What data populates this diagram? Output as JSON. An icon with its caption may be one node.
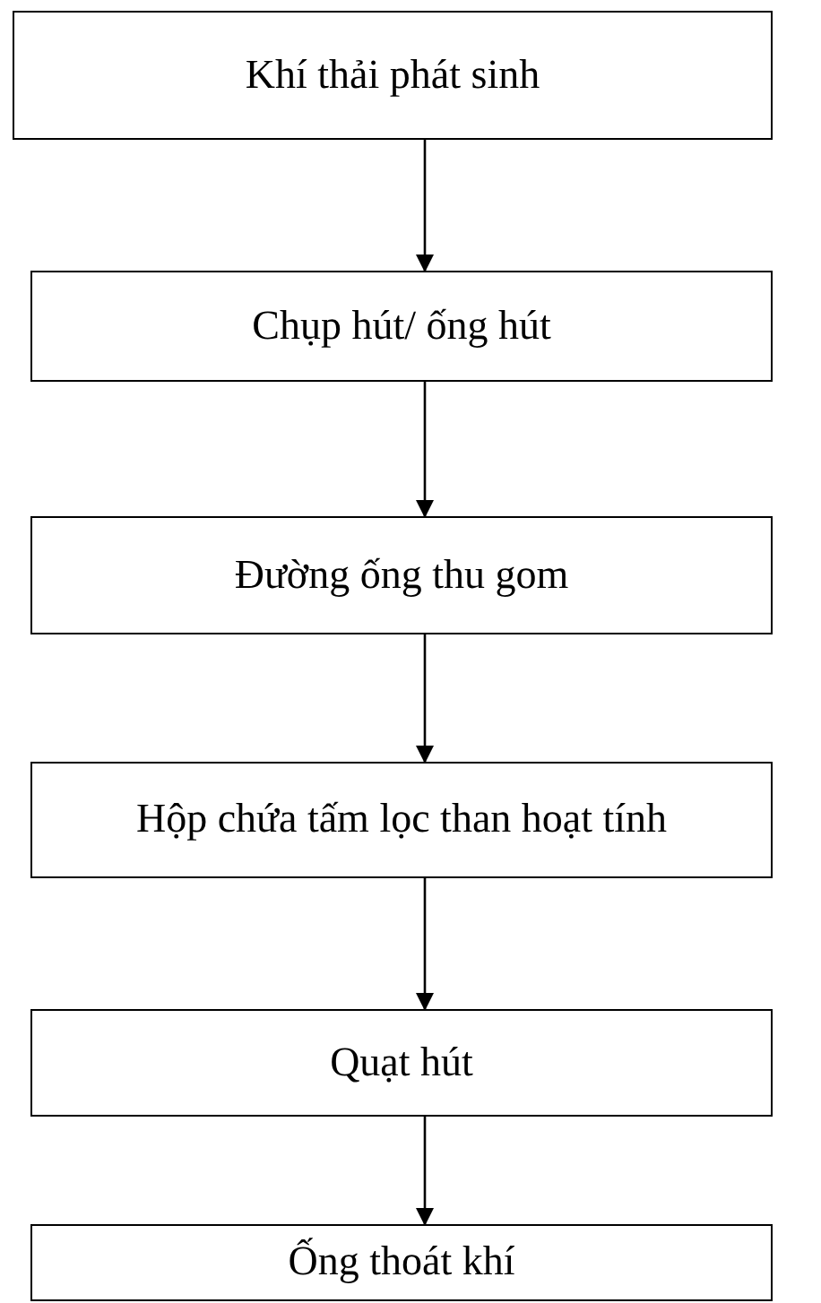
{
  "diagram": {
    "nodes": [
      {
        "text": [
          "Khí thải phát sinh"
        ]
      },
      {
        "text": [
          "Chụp hút/ ống hút"
        ]
      },
      {
        "text": [
          "Đường ống thu gom"
        ]
      },
      {
        "text": [
          "Hộp chứa tấm lọc than hoạt tính"
        ]
      },
      {
        "text": [
          "Quạt hút"
        ]
      },
      {
        "text": [
          "Ống thoát khí"
        ]
      }
    ],
    "edges": [
      {
        "from": 0,
        "to": 1,
        "arrow": "to"
      },
      {
        "from": 1,
        "to": 2,
        "arrow": "to"
      },
      {
        "from": 2,
        "to": 3,
        "arrow": "to"
      },
      {
        "from": 3,
        "to": 4,
        "arrow": "to"
      },
      {
        "from": 4,
        "to": 5,
        "arrow": "to"
      }
    ]
  }
}
